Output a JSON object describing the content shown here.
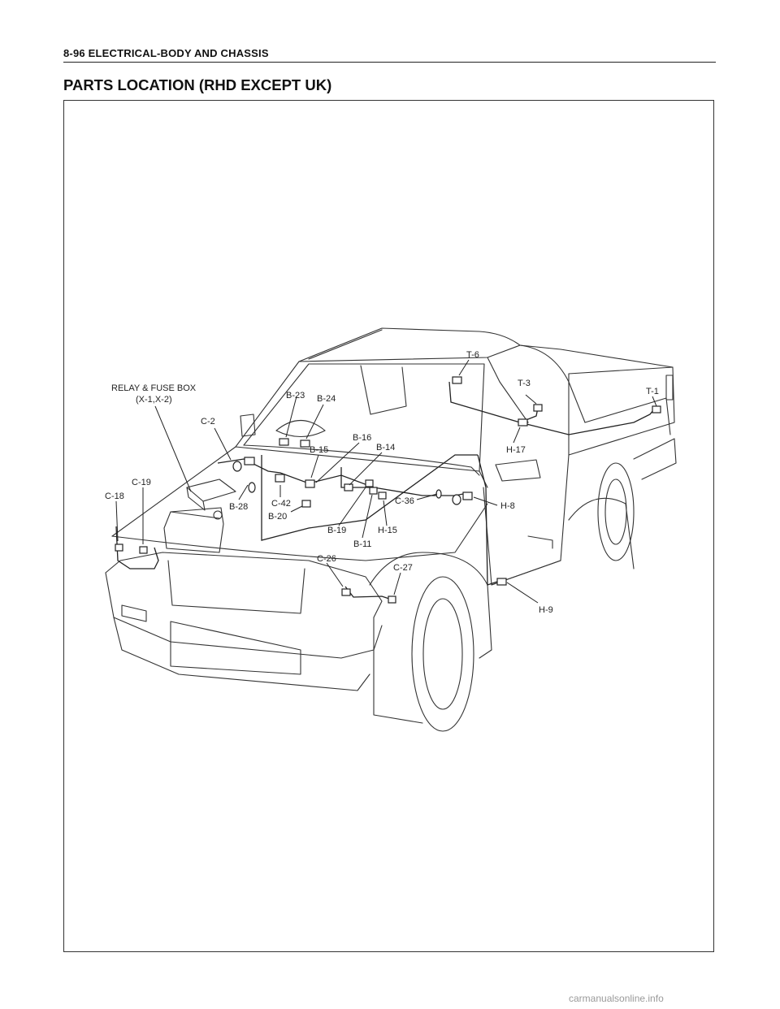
{
  "header": {
    "page_ref": "8-96  ELECTRICAL-BODY AND CHASSIS"
  },
  "title": "PARTS LOCATION (RHD EXCEPT UK)",
  "labels": {
    "relay_fuse_box_1": "RELAY & FUSE BOX",
    "relay_fuse_box_2": "(X-1,X-2)",
    "c2": "C-2",
    "c18": "C-18",
    "c19": "C-19",
    "b28": "B-28",
    "c42": "C-42",
    "b20": "B-20",
    "b23": "B-23",
    "b24": "B-24",
    "b15": "B-15",
    "b16": "B-16",
    "b14": "B-14",
    "b19": "B-19",
    "b11": "B-11",
    "h15": "H-15",
    "c36": "C-36",
    "c26": "C-26",
    "c27": "C-27",
    "h8": "H-8",
    "h9": "H-9",
    "h17": "H-17",
    "t6": "T-6",
    "t3": "T-3",
    "t1": "T-1"
  },
  "footer": {
    "watermark": "carmanualsonline.info"
  }
}
